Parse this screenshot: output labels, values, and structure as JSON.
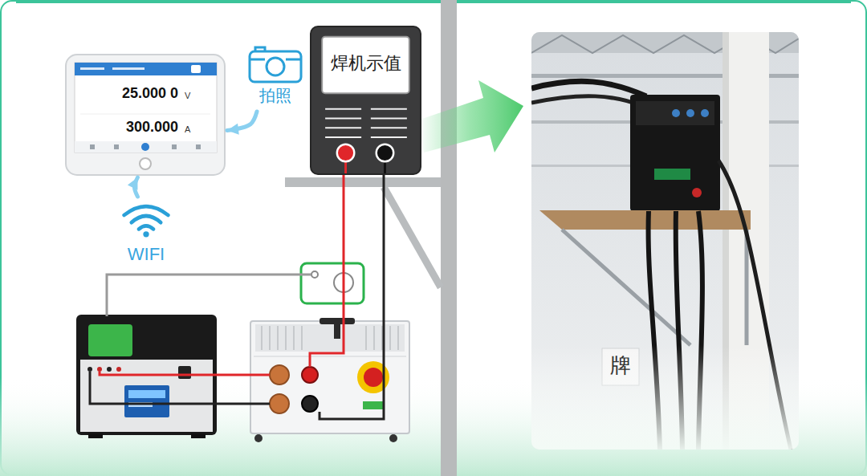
{
  "diagram": {
    "nodes": [
      {
        "text": [
          "25.000 0",
          "V",
          "300.000",
          "A"
        ]
      },
      {
        "text": [
          "拍照"
        ]
      },
      {
        "text": [
          "WIFI"
        ]
      },
      {
        "text": [
          "焊机示值"
        ]
      }
    ],
    "edges": [
      {
        "from": 1,
        "to": 0,
        "arrow": "to"
      },
      {
        "from": 2,
        "to": 0,
        "arrow": "to"
      }
    ],
    "labels": [
      "牌"
    ]
  }
}
